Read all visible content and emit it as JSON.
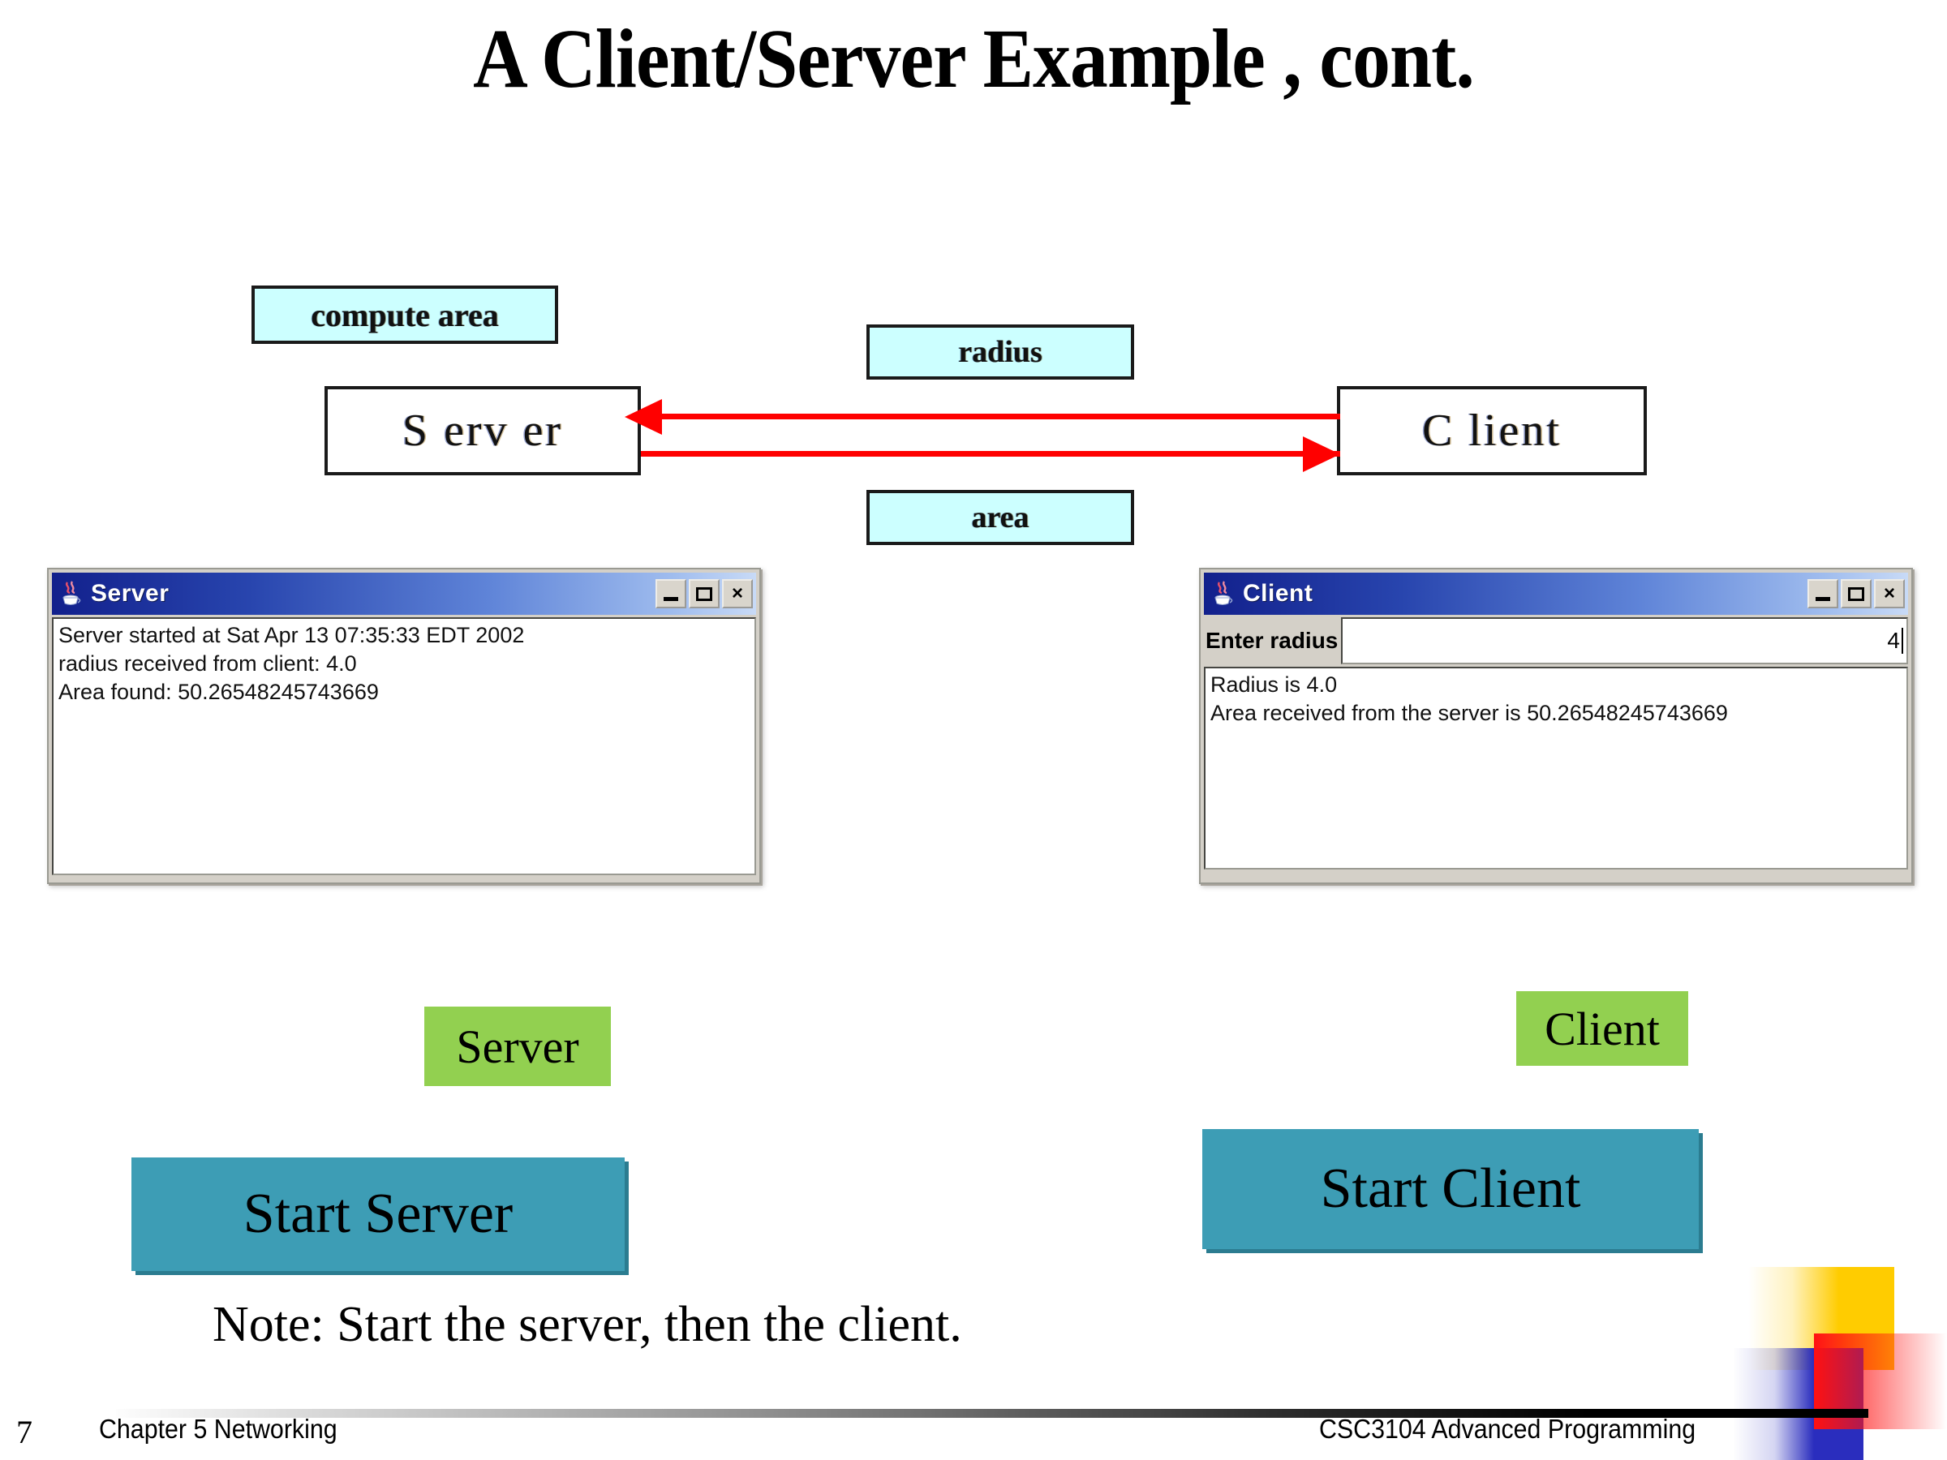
{
  "slide": {
    "title": "A Client/Server Example , cont.",
    "note": "Note: Start the server, then the client."
  },
  "diagram": {
    "compute_area_label": "compute area",
    "radius_label": "radius",
    "area_label": "area",
    "server_node_label": "S erv er",
    "client_node_label": "C lient",
    "arrow_to_server_icon": "arrow-left-icon",
    "arrow_to_client_icon": "arrow-right-icon",
    "colors": {
      "cyan_fill": "#CCFFFF",
      "box_border": "#1A1A1A",
      "arrow_red": "#FF0000"
    }
  },
  "server_window": {
    "icon": "java-coffee-cup-icon",
    "title": "Server",
    "minimize_label": "minimize-icon",
    "maximize_label": "maximize-icon",
    "close_label": "×",
    "log_lines": [
      "Server started at Sat Apr 13 07:35:33 EDT 2002",
      "radius received from client: 4.0",
      "Area found: 50.26548245743669"
    ]
  },
  "client_window": {
    "icon": "java-coffee-cup-icon",
    "title": "Client",
    "minimize_label": "minimize-icon",
    "maximize_label": "maximize-icon",
    "close_label": "×",
    "field_label": "Enter radius",
    "field_value": "4",
    "field_placeholder": "",
    "log_lines": [
      "Radius is 4.0",
      "Area received from the server is 50.26548245743669"
    ]
  },
  "actions": {
    "server_tag": "Server",
    "client_tag": "Client",
    "start_server_button": "Start Server",
    "start_client_button": "Start Client",
    "colors": {
      "green_tag": "#92D050",
      "teal_button": "#3D9DB5"
    }
  },
  "footer": {
    "page_number": "7",
    "left_text": "Chapter 5 Networking",
    "right_text": "CSC3104 Advanced Programming",
    "deco_colors": {
      "yellow": "#FFCC00",
      "blue": "#2A2DBE",
      "red": "#FF1111"
    }
  }
}
